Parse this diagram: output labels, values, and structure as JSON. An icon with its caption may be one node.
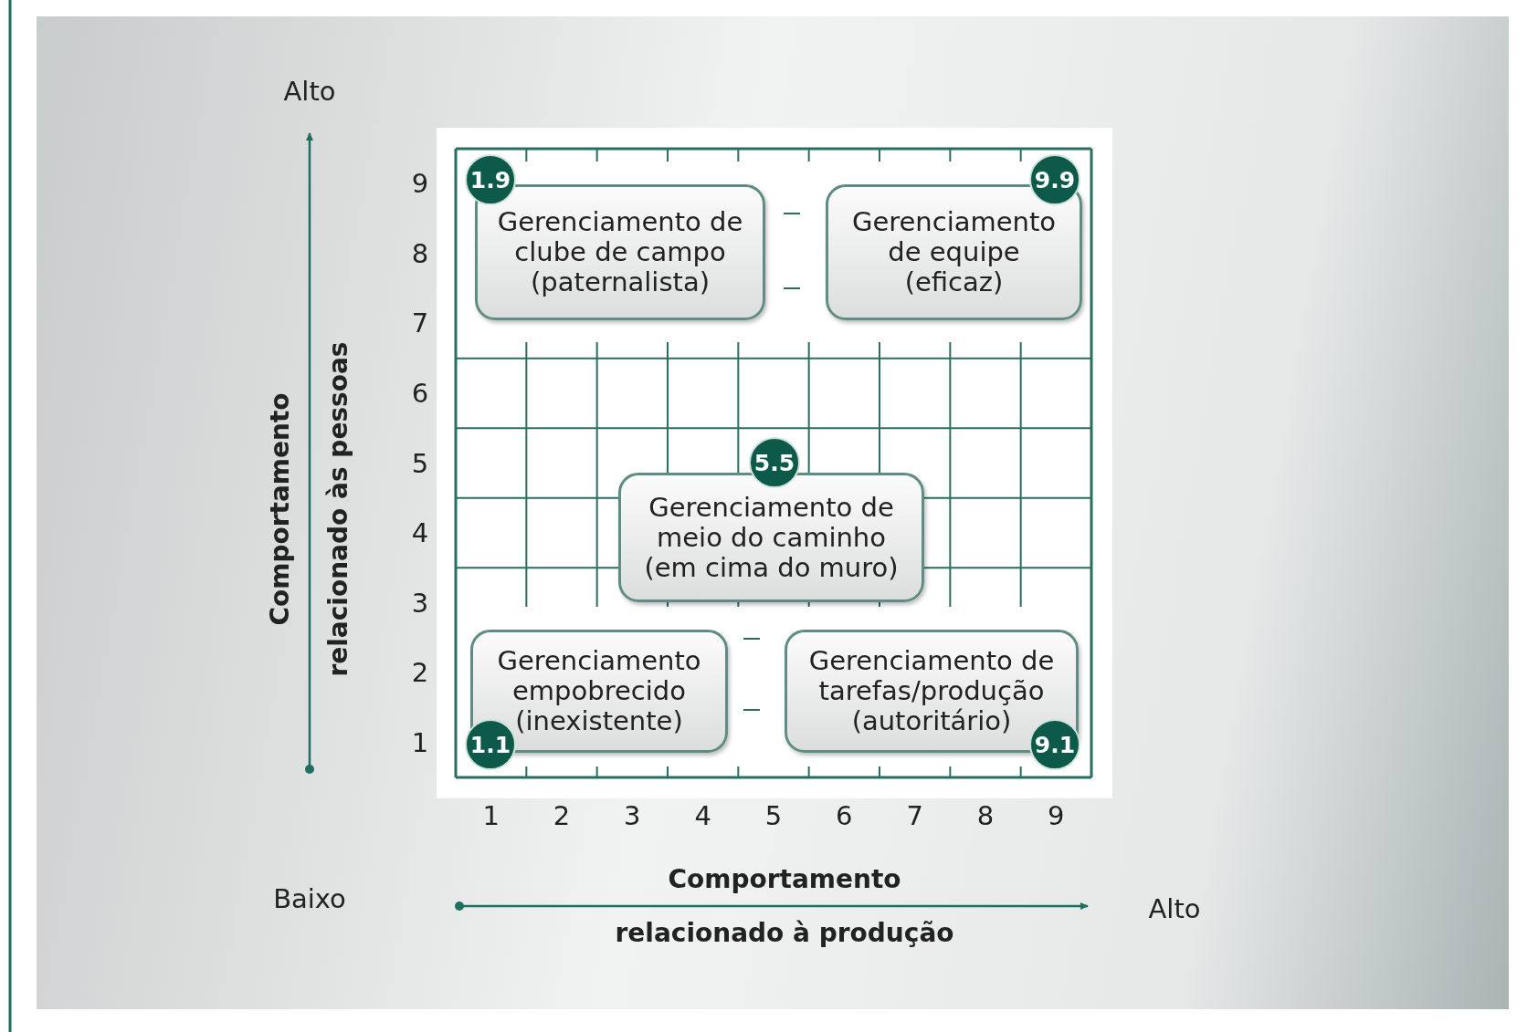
{
  "diagram": {
    "nodes": [
      {
        "text": [
          "1.9"
        ]
      },
      {
        "text": [
          "Gerenciamento de clube de campo (paternalista)"
        ]
      },
      {
        "text": [
          "9.9"
        ]
      },
      {
        "text": [
          "Gerenciamento de equipe (eficaz)"
        ]
      },
      {
        "text": [
          "5.5"
        ]
      },
      {
        "text": [
          "Gerenciamento de meio do caminho (em cima do muro)"
        ]
      },
      {
        "text": [
          "Gerenciamento empobrecido (inexistente)"
        ]
      },
      {
        "text": [
          "Gerenciamento de tarefas/produção (autoritário)"
        ]
      },
      {
        "text": [
          "1.1"
        ]
      },
      {
        "text": [
          "9.1"
        ]
      }
    ],
    "labels": [
      "Alto",
      "9",
      "8",
      "7",
      "6",
      "5",
      "4",
      "3",
      "2",
      "1",
      "Comportamento",
      "relacionado às pessoas",
      "1",
      "2",
      "3",
      "4",
      "5",
      "6",
      "7",
      "8",
      "9",
      "Baixo",
      "Comportamento",
      "relacionado à produção",
      "Alto"
    ]
  }
}
